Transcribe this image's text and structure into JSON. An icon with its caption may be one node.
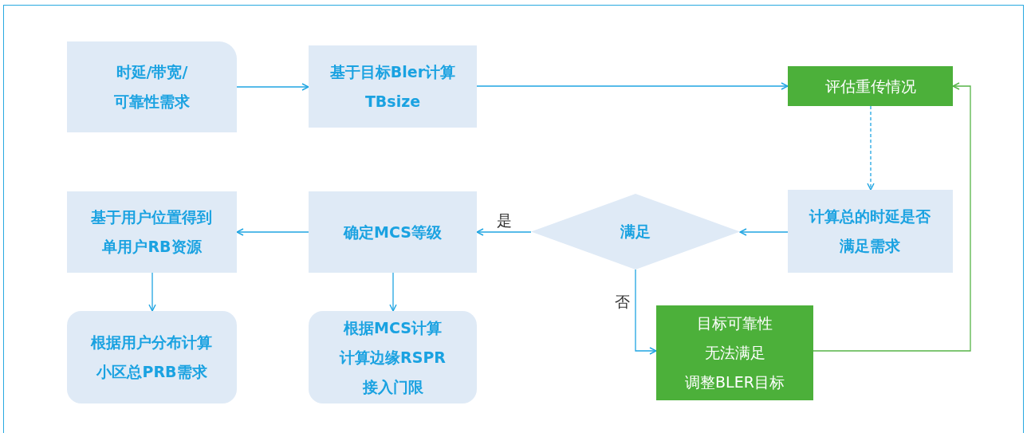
{
  "diagram": {
    "nodes": [
      {
        "text": [
          "时延/带宽/可靠性需求"
        ]
      },
      {
        "text": [
          "基于目标Bler计算TBsize"
        ]
      },
      {
        "text": [
          "评估重传情况"
        ]
      },
      {
        "text": [
          "计算总的时延是否满足需求"
        ]
      },
      {
        "text": [
          "满足"
        ]
      },
      {
        "text": [
          "确定MCS等级"
        ]
      },
      {
        "text": [
          "基于用户位置得到单用户RB资源"
        ]
      },
      {
        "text": [
          "目标可靠性",
          "无法满足",
          "调整BLER目标"
        ]
      },
      {
        "text": [
          "根据用户分布计算小区总PRB需求"
        ]
      },
      {
        "text": [
          "根据MCS计算",
          "计算边缘RSPR",
          "接入门限"
        ]
      }
    ],
    "edges": [
      {
        "from": 0,
        "to": 1,
        "arrow": "to"
      },
      {
        "from": 1,
        "to": 2,
        "arrow": "to"
      },
      {
        "from": 2,
        "to": 3,
        "arrow": "to",
        "style": "dashed"
      },
      {
        "from": 3,
        "to": 4,
        "arrow": "to"
      },
      {
        "from": 4,
        "to": 5,
        "arrow": "to",
        "label": "是"
      },
      {
        "from": 5,
        "to": 6,
        "arrow": "to"
      },
      {
        "from": 6,
        "to": 8,
        "arrow": "to"
      },
      {
        "from": 5,
        "to": 9,
        "arrow": "to"
      },
      {
        "from": 4,
        "to": 7,
        "arrow": "to",
        "label": "否"
      },
      {
        "from": 7,
        "to": 2,
        "arrow": "to",
        "color": "#56b447"
      }
    ]
  }
}
